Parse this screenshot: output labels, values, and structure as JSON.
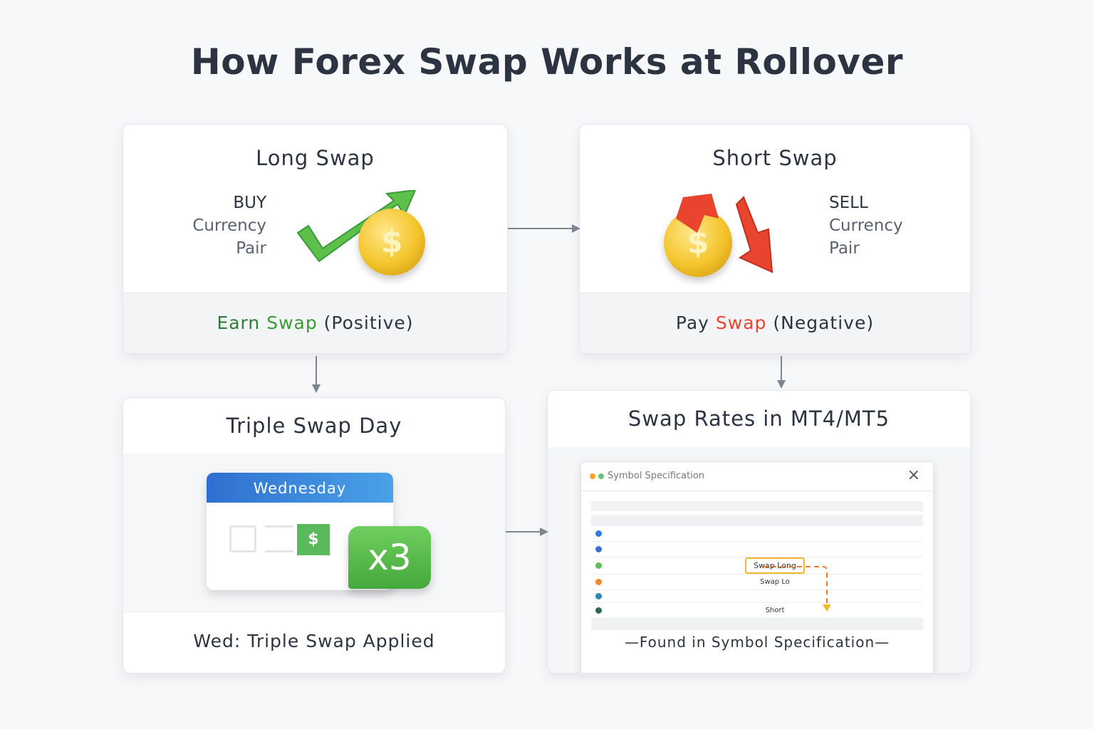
{
  "title": "How Forex Swap Works at Rollover",
  "long_swap": {
    "heading": "Long Swap",
    "side_lines": [
      "BUY",
      "Currency",
      "Pair"
    ],
    "coin_symbol": "$",
    "footer": {
      "earn": "Earn",
      "swap": "Swap",
      "rest": "(Positive)"
    },
    "accent": "#3a9a3a"
  },
  "short_swap": {
    "heading": "Short Swap",
    "side_lines": [
      "SELL",
      "Currency",
      "Pair"
    ],
    "coin_symbol": "$",
    "footer": {
      "pay": "Pay",
      "swap": "Swap",
      "rest": "(Negative)"
    },
    "accent": "#e8442e"
  },
  "triple": {
    "heading": "Triple Swap Day",
    "day": "Wednesday",
    "dollar": "$",
    "multiplier": "x3",
    "footer": "Wed: Triple Swap Applied"
  },
  "mt": {
    "heading": "Swap Rates in MT4/MT5",
    "window_title": "Symbol Specification",
    "close": "×",
    "rows": [
      {
        "label": "Swap Long",
        "highlight": true
      },
      {
        "label": "Swap Lo",
        "highlight": false
      },
      {
        "label": "Short",
        "highlight": false
      }
    ],
    "caption": "—Found in Symbol Specification—"
  }
}
